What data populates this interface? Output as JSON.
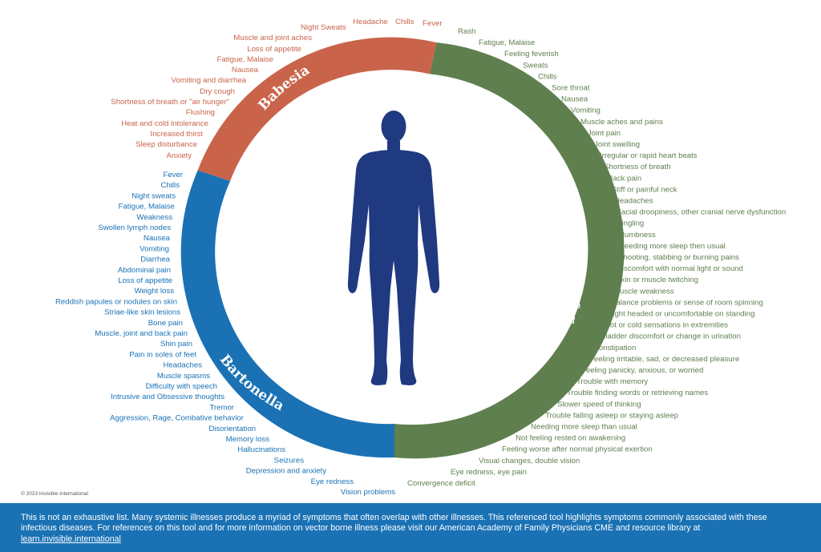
{
  "colors": {
    "babesia": "#c9644b",
    "borrelia": "#5f7f4f",
    "bartonella": "#1a72b5",
    "body": "#1f3a80",
    "footer_bg": "#1a72b5"
  },
  "segments": {
    "babesia": {
      "name": "Babesia",
      "symptoms": [
        "Night Sweats",
        "Headache",
        "Chills",
        "Fever",
        "Muscle and joint aches",
        "Loss of appetite",
        "Fatigue, Malaise",
        "Nausea",
        "Vomiting and diarrhea",
        "Dry cough",
        "Shortness of breath or \"air hunger\"",
        "Flushing",
        "Heat and cold intolerance",
        "Increased thirst",
        "Sleep disturbance",
        "Anxiety"
      ]
    },
    "borrelia": {
      "name": "Borrelia burgdorferi",
      "symptoms": [
        "Rash",
        "Fatigue, Malaise",
        "Feeling feverish",
        "Sweats",
        "Chills",
        "Sore throat",
        "Nausea",
        "Vomiting",
        "Muscle aches and pains",
        "Joint pain",
        "Joint swelling",
        "Irregular or rapid heart beats",
        "Shortness of breath",
        "Back pain",
        "Stiff or painful neck",
        "Headaches",
        "Facial droopiness, other cranial nerve dysfunction",
        "Tingling",
        "Numbness",
        "Needing more sleep then usual",
        "Shooting, stabbing or burning pains",
        "Discomfort with normal light or sound",
        "Skin or muscle twitching",
        "Muscle weakness",
        "Balance problems or sense of room spinning",
        "Light headed or uncomfortable on standing",
        "Hot or cold sensations in extremities",
        "Bladder discomfort or change in urination",
        "Constipation",
        "Feeling irritable, sad, or decreased pleasure",
        "Feeling panicky, anxious, or worried",
        "Trouble with memory",
        "Trouble finding words or retrieving names",
        "Slower speed of thinking",
        "Trouble falling asleep or staying asleep",
        "Needing more sleep than usual",
        "Not feeling rested on awakening",
        "Feeling worse after normal physical exertion",
        "Visual changes, double vision",
        "Eye redness, eye pain",
        "Convergence deficit"
      ]
    },
    "bartonella": {
      "name": "Bartonella",
      "symptoms": [
        "Fever",
        "Chills",
        "Night sweats",
        "Fatigue, Malaise",
        "Weakness",
        "Swollen lymph nodes",
        "Nausea",
        "Vomiting",
        "Diarrhea",
        "Abdominal pain",
        "Loss of appetite",
        "Weight loss",
        "Reddish papules or nodules on skin",
        "Striae-like skin lesions",
        "Bone pain",
        "Muscle, joint and back pain",
        "Shin pain",
        "Pain in soles of feet",
        "Headaches",
        "Muscle spasms",
        "Difficulty with speech",
        "Intrusive and Obsessive thoughts",
        "Tremor",
        "Aggression, Rage, Combative behavior",
        "Disorientation",
        "Memory loss",
        "Hallucinations",
        "Seizures",
        "Depression and anxiety",
        "Eye redness",
        "Vision problems"
      ]
    }
  },
  "copyright": "© 2023 Invisible International",
  "footer": {
    "text": "This is not an exhaustive list. Many systemic illnesses produce a myriad of symptoms that often overlap with other illnesses. This referenced tool highlights symptoms commonly associated with these infectious diseases. For references on this tool and for more information on vector borne illness please visit our American Academy of Family Physicians CME and resource library at",
    "link": "learn.invisible.international"
  }
}
